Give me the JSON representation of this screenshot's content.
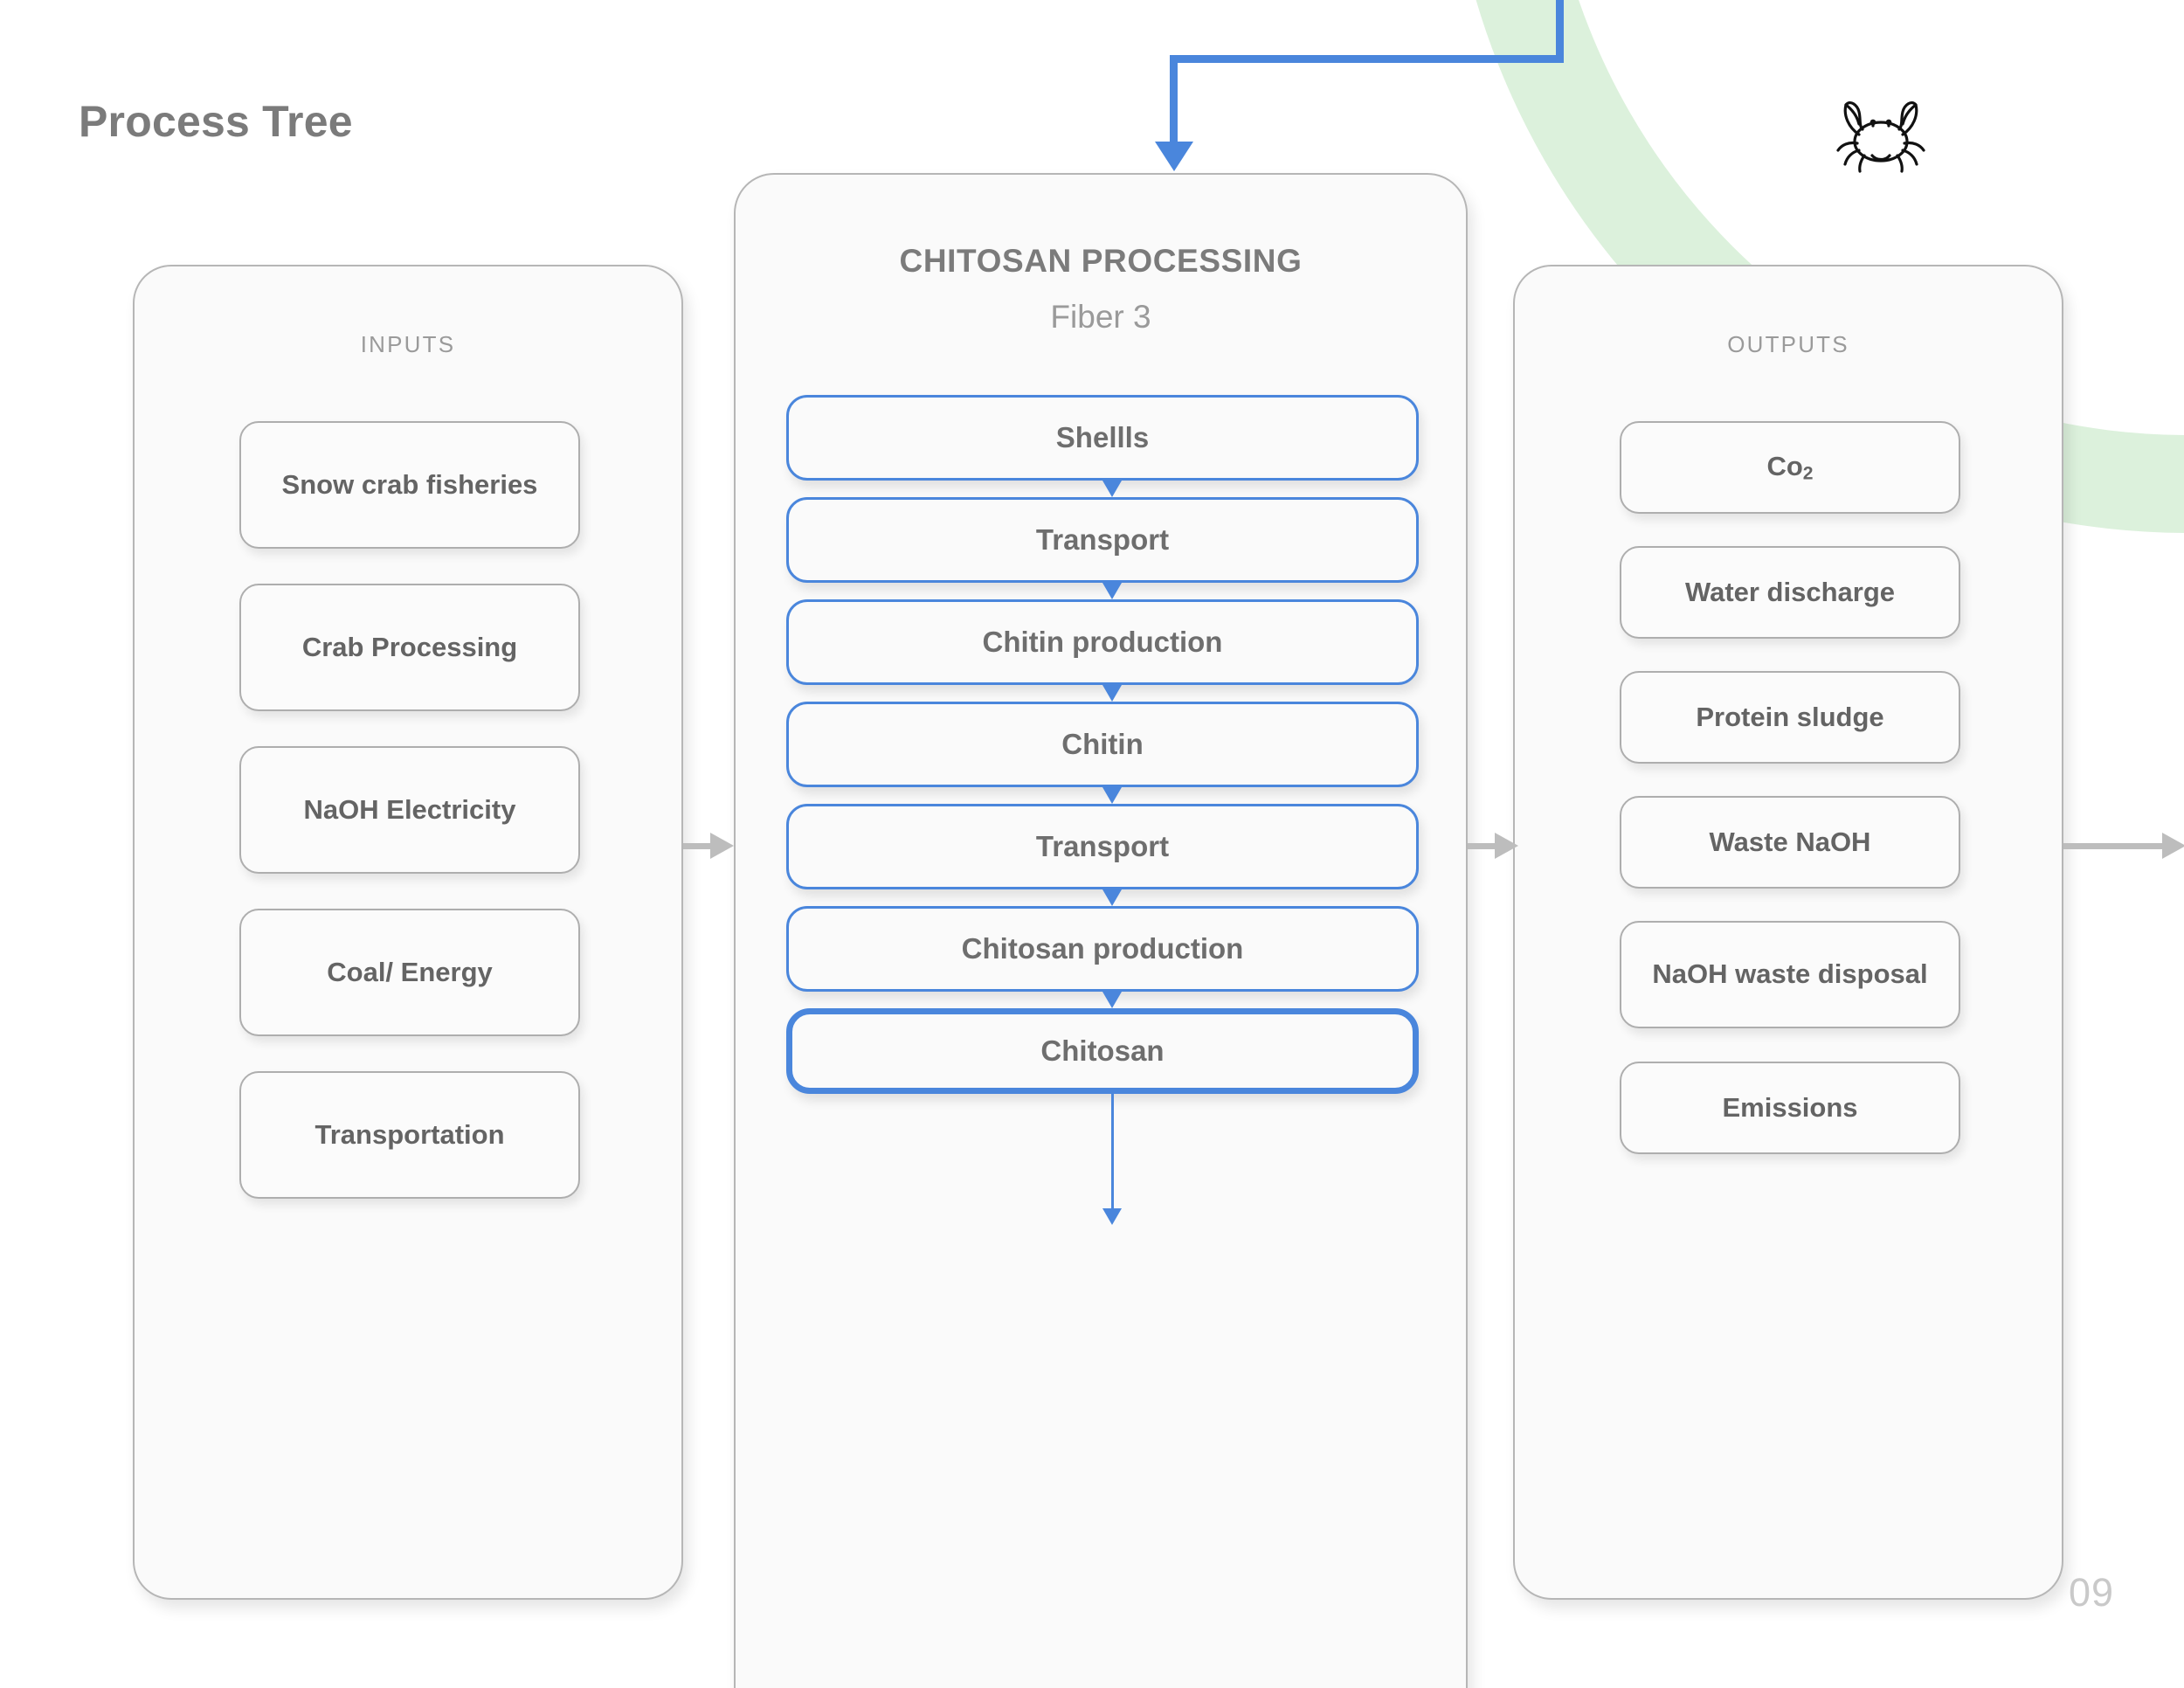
{
  "page": {
    "title": "Process Tree",
    "page_number": "09",
    "crab_icon": "crab-icon"
  },
  "colors": {
    "accent_blue": "#4a86dc",
    "text_gray": "#646464",
    "muted_gray": "#9a9a9a",
    "card_border": "#b6b6b6",
    "decor_green": "#78c878"
  },
  "inputs": {
    "heading": "INPUTS",
    "items": [
      {
        "label": "Snow crab fisheries"
      },
      {
        "label": "Crab Processing"
      },
      {
        "label": "NaOH Electricity"
      },
      {
        "label": "Coal/ Energy"
      },
      {
        "label": "Transportation"
      }
    ]
  },
  "process": {
    "title": "CHITOSAN PROCESSING",
    "subtitle": "Fiber 3",
    "steps": [
      {
        "label": "Shellls",
        "highlighted": false
      },
      {
        "label": "Transport",
        "highlighted": false
      },
      {
        "label": "Chitin production",
        "highlighted": false
      },
      {
        "label": "Chitin",
        "highlighted": false
      },
      {
        "label": "Transport",
        "highlighted": false
      },
      {
        "label": "Chitosan production",
        "highlighted": false
      },
      {
        "label": "Chitosan",
        "highlighted": true
      }
    ]
  },
  "outputs": {
    "heading": "OUTPUTS",
    "items": [
      {
        "label": "Co2",
        "label_main": "Co",
        "label_sub": "2"
      },
      {
        "label": "Water discharge"
      },
      {
        "label": "Protein sludge"
      },
      {
        "label": "Waste NaOH"
      },
      {
        "label": "NaOH waste disposal"
      },
      {
        "label": "Emissions"
      }
    ]
  },
  "connectors": {
    "inbound_elbow": "blue-elbow-arrow-into-process",
    "inputs_to_process": "gray-arrow-right",
    "process_to_outputs": "gray-arrow-right",
    "outputs_to_next": "gray-arrow-right",
    "process_outflow": "blue-arrow-down"
  }
}
